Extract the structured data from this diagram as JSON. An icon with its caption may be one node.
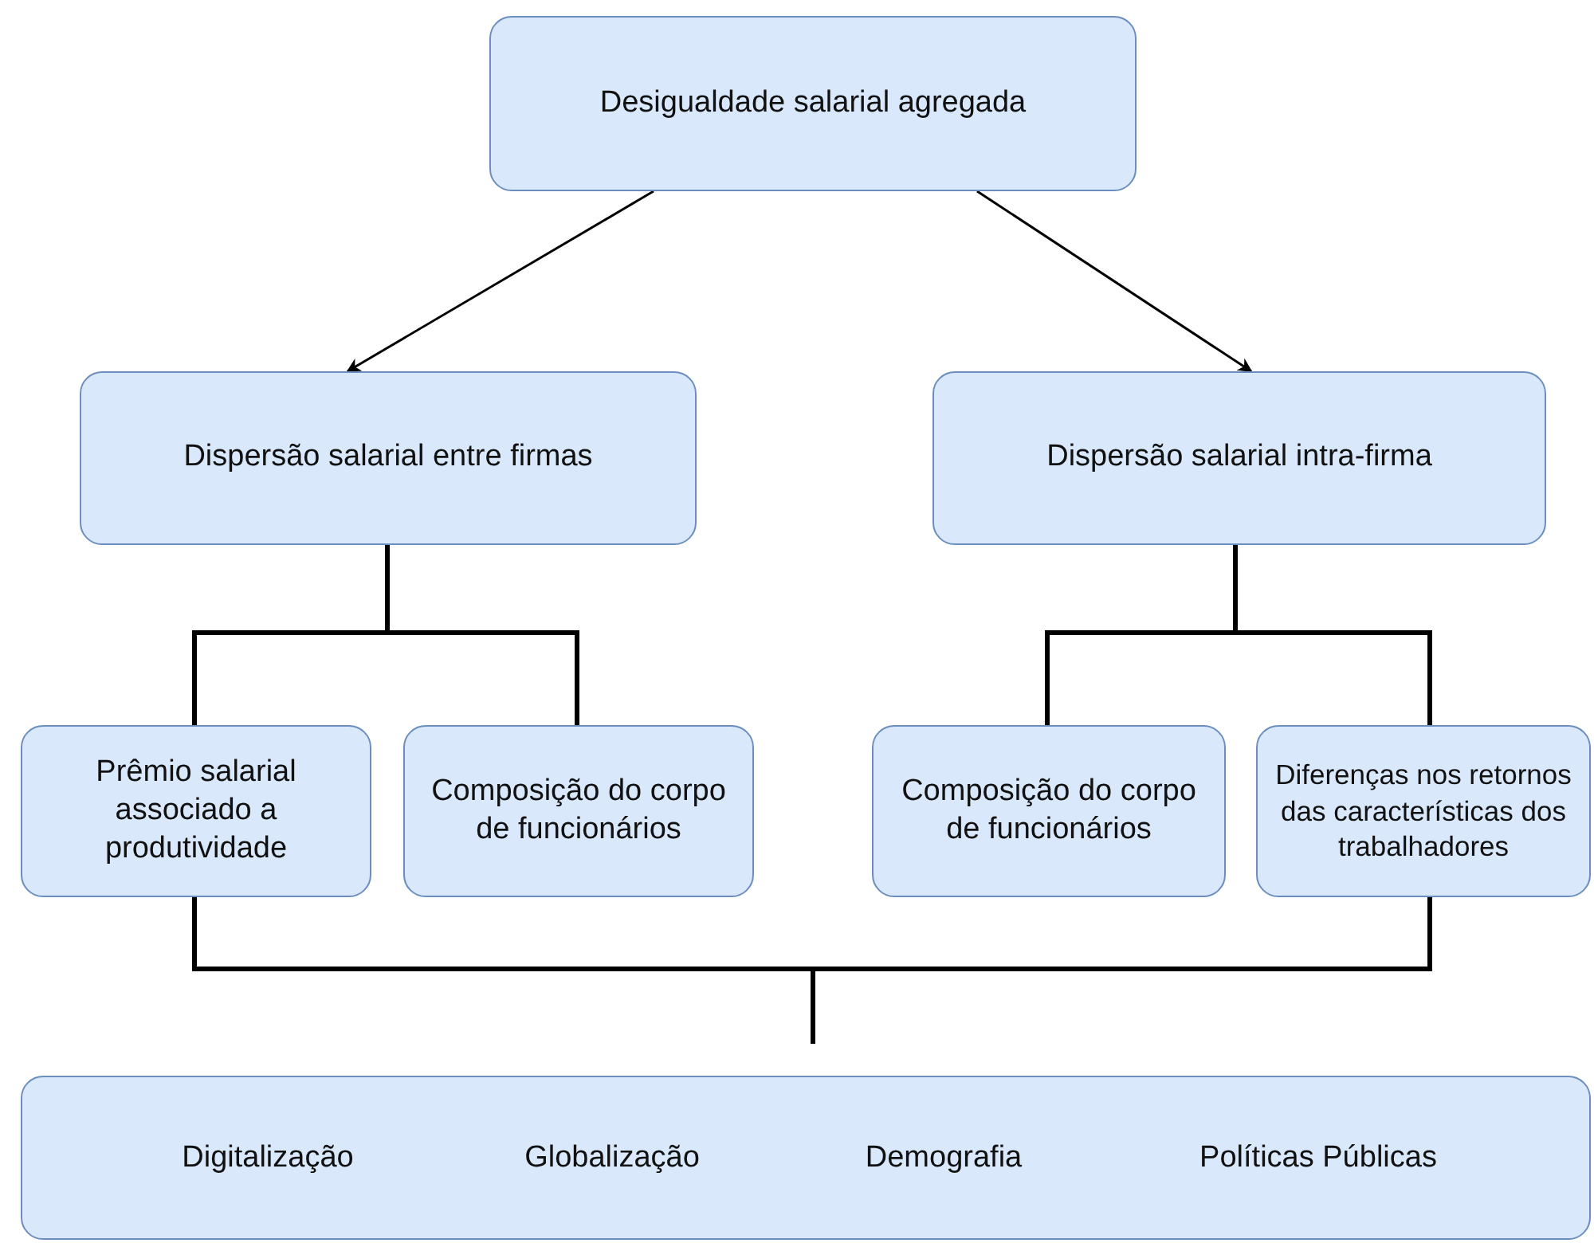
{
  "diagram": {
    "nodes": [
      {
        "text": [
          "Desigualdade salarial agregada"
        ]
      },
      {
        "text": [
          "Dispersão salarial entre firmas"
        ]
      },
      {
        "text": [
          "Dispersão salarial intra-firma"
        ]
      },
      {
        "text": [
          "Prêmio salarial associado a produtividade"
        ]
      },
      {
        "text": [
          "Composição do corpo de funcionários"
        ]
      },
      {
        "text": [
          "Composição do corpo de funcionários"
        ]
      },
      {
        "text": [
          "Diferenças nos retornos das características dos trabalhadores"
        ]
      },
      {
        "text": [
          "Digitalização",
          "Globalização",
          "Demografia",
          "Políticas Públicas"
        ]
      }
    ],
    "edges": [
      {
        "from": 0,
        "to": 1,
        "arrow": "to"
      },
      {
        "from": 0,
        "to": 2,
        "arrow": "to"
      },
      {
        "from": 1,
        "to": 3,
        "arrow": "none"
      },
      {
        "from": 1,
        "to": 4,
        "arrow": "none"
      },
      {
        "from": 2,
        "to": 5,
        "arrow": "none"
      },
      {
        "from": 2,
        "to": 6,
        "arrow": "none"
      },
      {
        "from": 3,
        "to": 7,
        "arrow": "none"
      },
      {
        "from": 6,
        "to": 7,
        "arrow": "none"
      }
    ]
  }
}
